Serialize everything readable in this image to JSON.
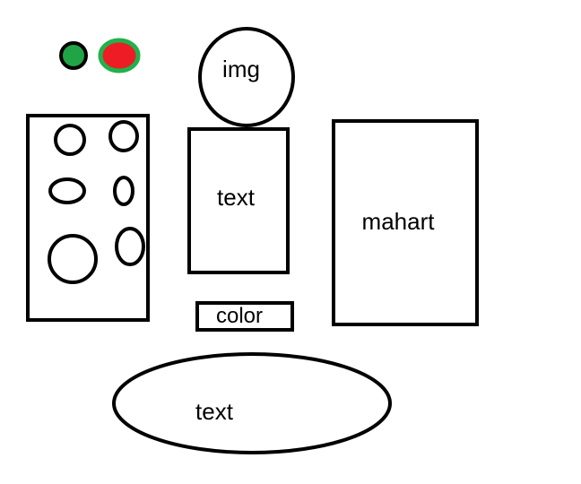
{
  "labels": {
    "image_circle": "img",
    "text_box": "text",
    "main_panel": "mahart",
    "color_box": "color",
    "bottom_ellipse": "text"
  },
  "colors": {
    "outline": "#000000",
    "background": "#ffffff",
    "dot_green": "#21a446",
    "dot_red": "#ee1c24",
    "dot_red_ring": "#22b14c"
  },
  "shapes": {
    "left_panel_ovals": 6,
    "status_dots": [
      "green",
      "red"
    ]
  }
}
